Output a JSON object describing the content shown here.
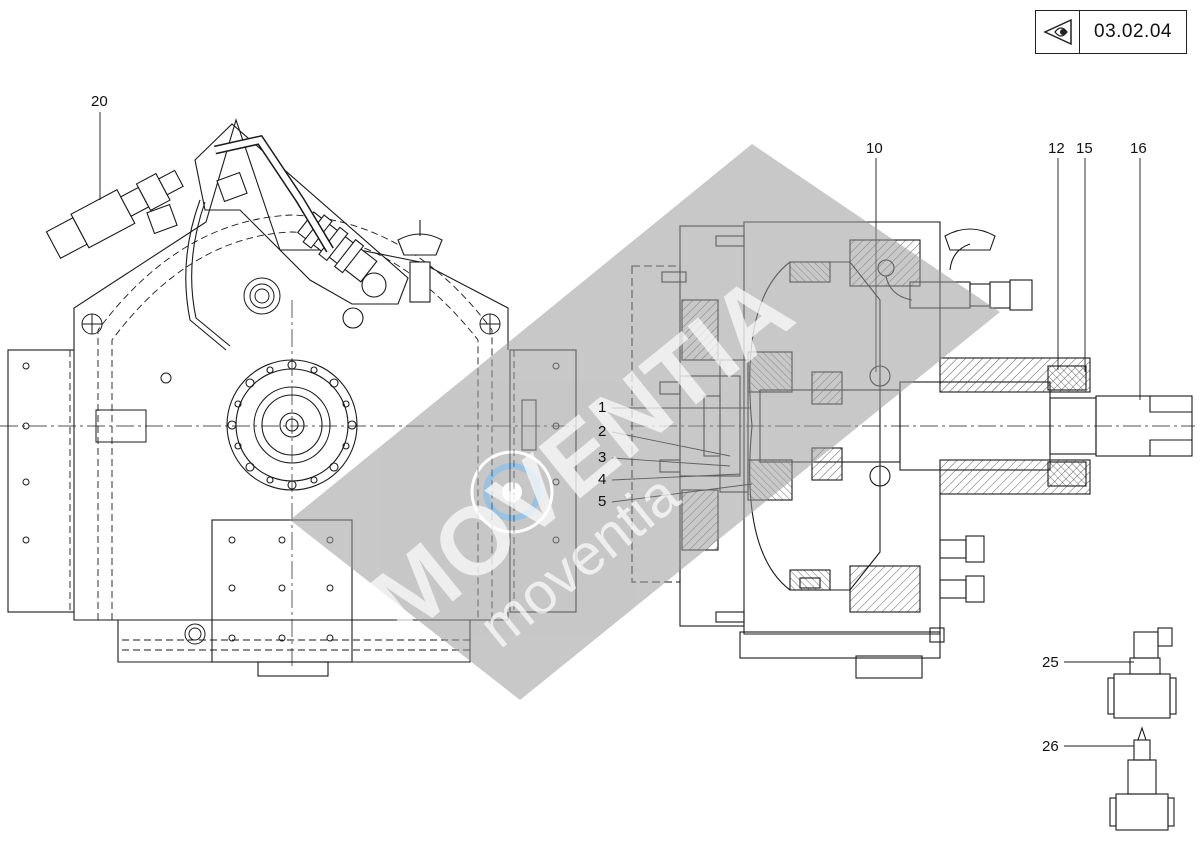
{
  "sheet": {
    "reference_code": "03.02.04",
    "view_icon": "eye-view-icon"
  },
  "watermark": {
    "logo_text": "MOVENTIA",
    "sub_text": "moventia"
  },
  "callouts": [
    {
      "id": "20",
      "label": "20"
    },
    {
      "id": "10",
      "label": "10"
    },
    {
      "id": "12",
      "label": "12"
    },
    {
      "id": "15",
      "label": "15"
    },
    {
      "id": "16",
      "label": "16"
    },
    {
      "id": "1",
      "label": "1"
    },
    {
      "id": "2",
      "label": "2"
    },
    {
      "id": "3",
      "label": "3"
    },
    {
      "id": "4",
      "label": "4"
    },
    {
      "id": "5",
      "label": "5"
    },
    {
      "id": "25",
      "label": "25"
    },
    {
      "id": "26",
      "label": "26"
    }
  ],
  "colors": {
    "line": "#1a1a1a",
    "hatch": "#333333",
    "watermark": "#9a9a9a",
    "watermark_text": "#ffffff",
    "watermark_accent": "#4a90c8"
  }
}
